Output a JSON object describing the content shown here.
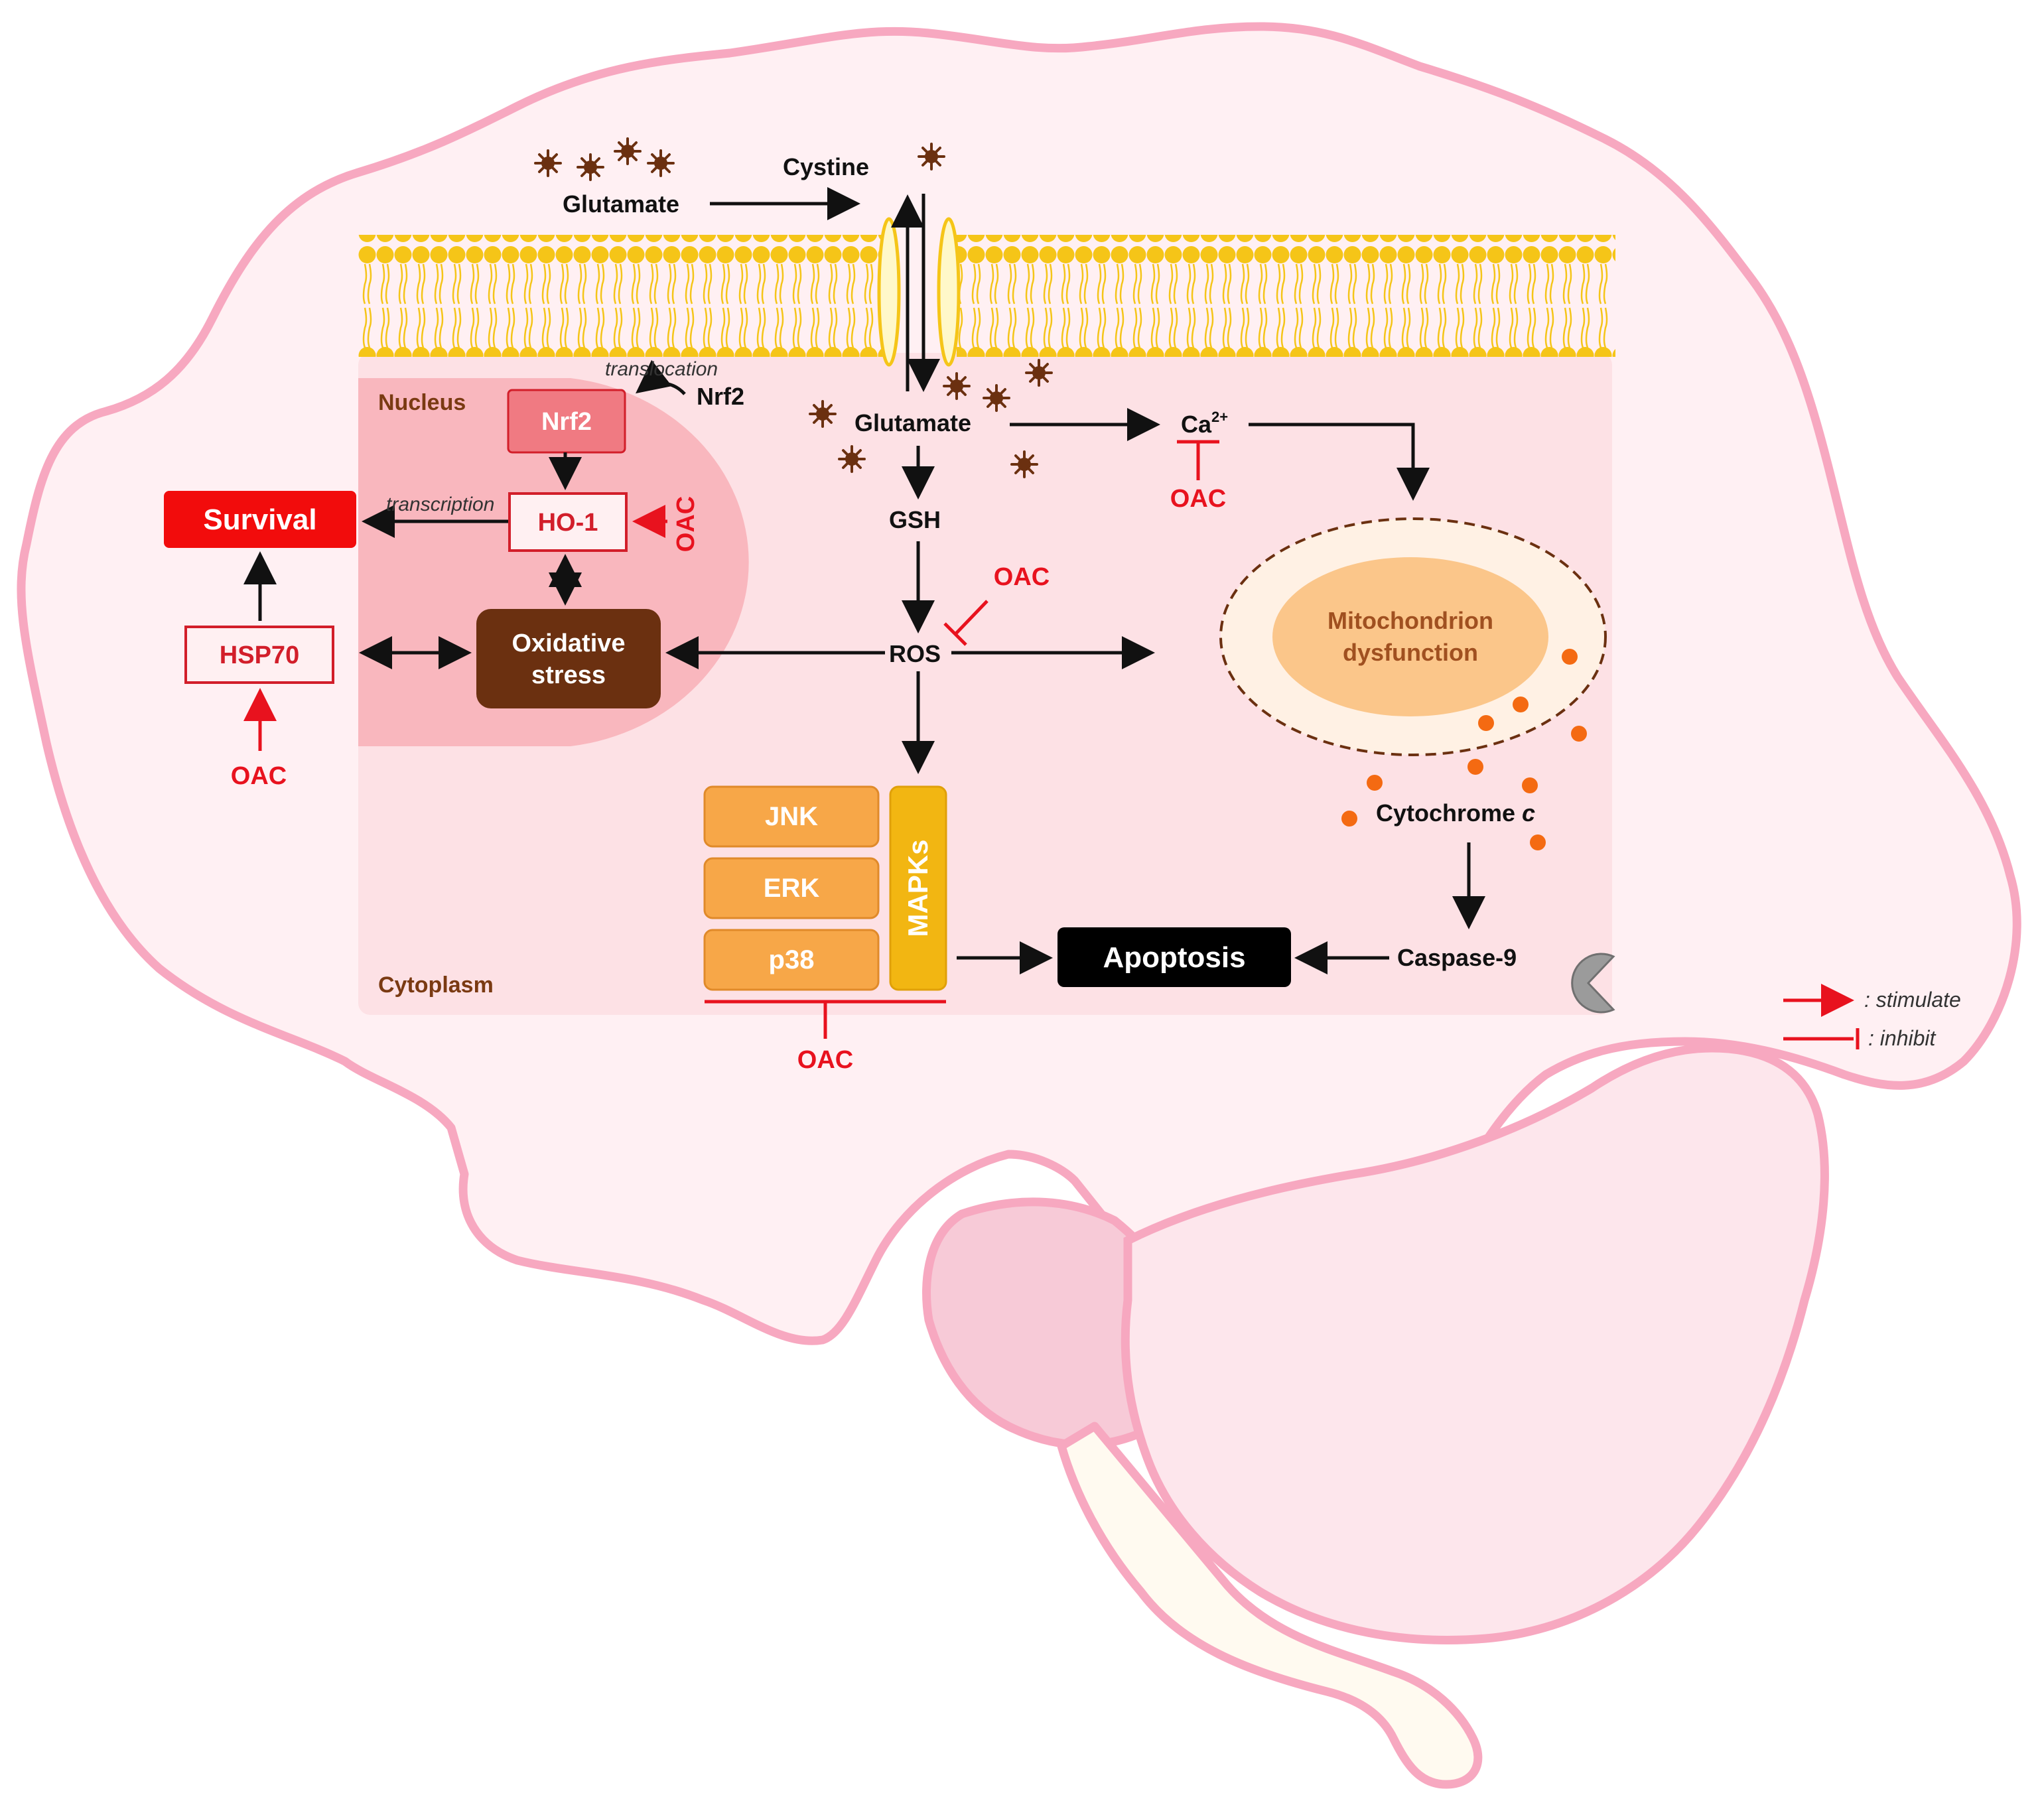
{
  "compartments": {
    "nucleus": "Nucleus",
    "cytoplasm": "Cytoplasm"
  },
  "molecules": {
    "glutamate_out": "Glutamate",
    "cystine": "Cystine",
    "glutamate_in": "Glutamate",
    "nrf2_free": "Nrf2",
    "gsh": "GSH",
    "ros": "ROS",
    "ca_base": "Ca",
    "ca_sup": "2+",
    "cytochrome": "Cytochrome ",
    "cytochrome_c": "c",
    "caspase": "Caspase-9"
  },
  "notes": {
    "translocation": "translocation",
    "transcription": "transcription"
  },
  "boxes": {
    "nrf2": "Nrf2",
    "ho1": "HO-1",
    "survival": "Survival",
    "hsp70": "HSP70",
    "oxidative_1": "Oxidative",
    "oxidative_2": "stress",
    "jnk": "JNK",
    "erk": "ERK",
    "p38": "p38",
    "mapks": "MAPKs",
    "apoptosis": "Apoptosis",
    "mito_1": "Mitochondrion",
    "mito_2": "dysfunction"
  },
  "drug": {
    "ho1": "OAC",
    "hsp70": "OAC",
    "ros": "OAC",
    "ca": "OAC",
    "mapk": "OAC"
  },
  "legend": {
    "stimulate": ": stimulate",
    "inhibit": ": inhibit"
  },
  "colors": {
    "stimulate": "#e8121e",
    "inhibit": "#e8121e",
    "survival": "#f20c0c",
    "oxidative_stress": "#6b3010",
    "mapk": "#f7a748",
    "apoptosis": "#000000",
    "membrane": "#f5c518"
  }
}
